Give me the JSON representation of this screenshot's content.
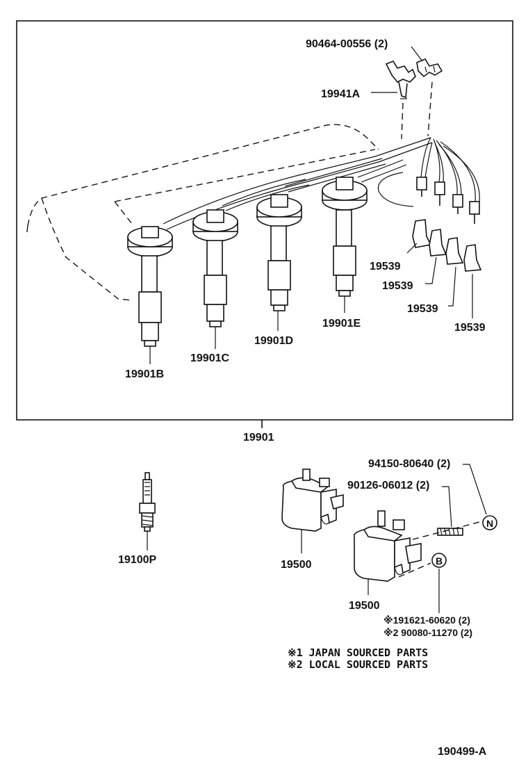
{
  "labels": {
    "clip_qty": "90464-00556 (2)",
    "holder": "19941A",
    "cap_1": "19539",
    "cap_2": "19539",
    "cap_3": "19539",
    "cap_4": "19539",
    "cord_b": "19901B",
    "cord_c": "19901C",
    "cord_d": "19901D",
    "cord_e": "19901E",
    "cord_set": "19901",
    "spark_plug": "19100P",
    "bolt": "94150-80640 (2)",
    "stud": "90126-06012 (2)",
    "coil_1": "19500",
    "coil_2": "19500",
    "nut_1": "※191621-60620 (2)",
    "nut_2": "※2 90080-11270 (2)",
    "marker_n": "N",
    "marker_b": "B"
  },
  "notes": [
    "※1  JAPAN  SOURCED  PARTS",
    "※2  LOCAL  SOURCED  PARTS"
  ],
  "figure_code": "190499-A"
}
